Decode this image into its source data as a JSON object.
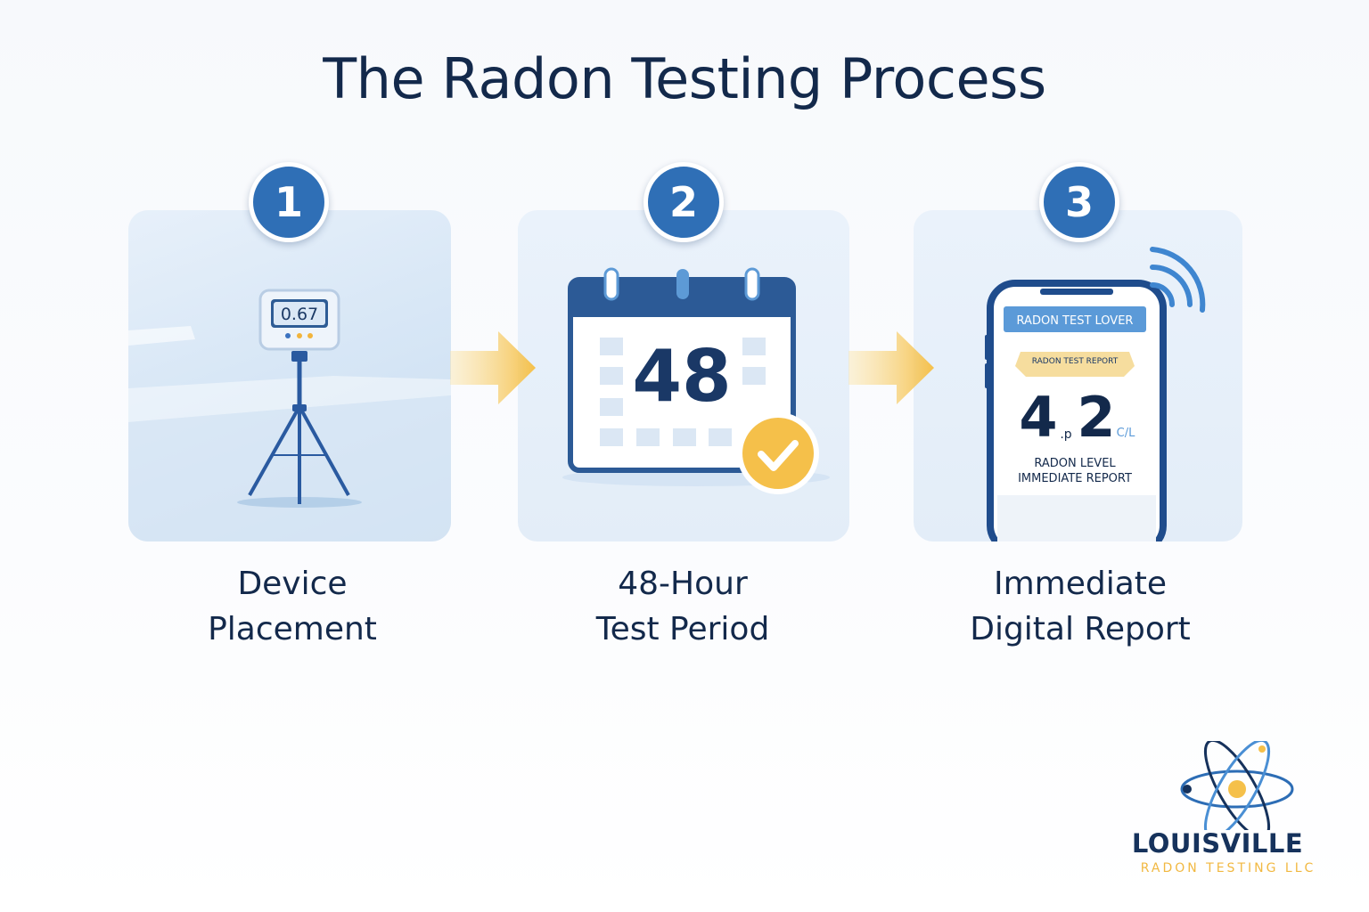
{
  "title": "The Radon Testing Process",
  "steps": [
    {
      "number": "1",
      "caption_line1": "Device",
      "caption_line2": "Placement",
      "device_reading": "0.67"
    },
    {
      "number": "2",
      "caption_line1": "48-Hour",
      "caption_line2": "Test Period",
      "calendar_value": "48"
    },
    {
      "number": "3",
      "caption_line1": "Immediate",
      "caption_line2": "Digital Report",
      "phone": {
        "header": "RADON TEST LOVER",
        "ribbon": "RADON TEST REPORT",
        "value_int": "4",
        "value_sep": ".p",
        "value_dec": "2",
        "unit": "C/L",
        "label_line1": "RADON LEVEL",
        "label_line2": "IMMEDIATE REPORT"
      }
    }
  ],
  "logo": {
    "name": "LOUISVILLE",
    "subtitle": "RADON TESTING LLC"
  },
  "colors": {
    "primary": "#2f6fb6",
    "navy": "#13294b",
    "accent": "#f5c04a",
    "panel": "#e6eff9"
  }
}
